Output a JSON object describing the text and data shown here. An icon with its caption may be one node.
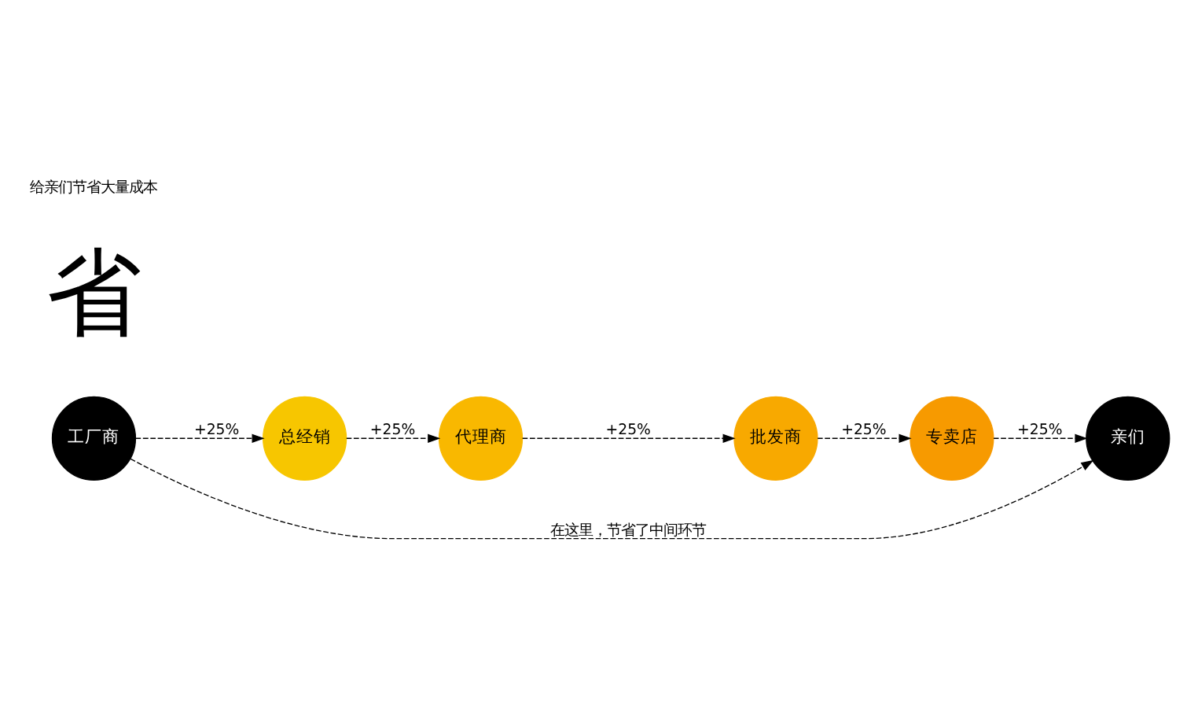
{
  "diagram": {
    "nodes": [
      {
        "text": [
          "工厂商"
        ]
      },
      {
        "text": [
          "总经销"
        ]
      },
      {
        "text": [
          "代理商"
        ]
      },
      {
        "text": [
          "批发商"
        ]
      },
      {
        "text": [
          "专卖店"
        ]
      },
      {
        "text": [
          "亲们"
        ]
      }
    ],
    "edges": [
      {
        "from": 0,
        "to": 1,
        "arrow": "to",
        "label": "+25%",
        "style": "dashed"
      },
      {
        "from": 1,
        "to": 2,
        "arrow": "to",
        "label": "+25%",
        "style": "dashed"
      },
      {
        "from": 2,
        "to": 3,
        "arrow": "to",
        "label": "+25%",
        "style": "dashed"
      },
      {
        "from": 3,
        "to": 4,
        "arrow": "to",
        "label": "+25%",
        "style": "dashed"
      },
      {
        "from": 4,
        "to": 5,
        "arrow": "to",
        "label": "+25%",
        "style": "dashed"
      },
      {
        "from": 0,
        "to": 5,
        "arrow": "to",
        "label": "在这里，节省了中间环节",
        "style": "dashed"
      }
    ],
    "labels": [
      "省",
      "给亲们节省大量成本"
    ]
  }
}
